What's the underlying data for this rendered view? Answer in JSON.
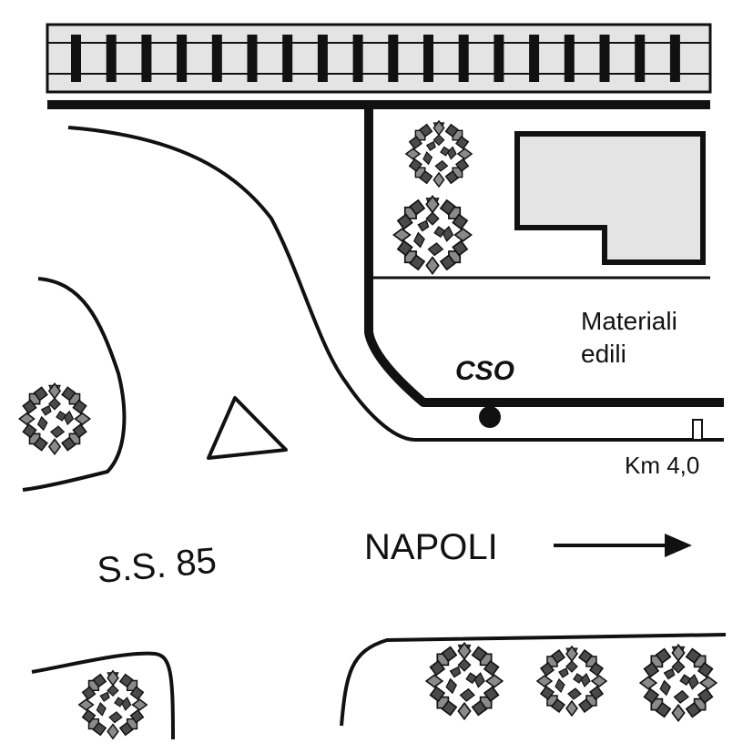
{
  "map": {
    "business_label_line1": "Materiali",
    "business_label_line2": "edili",
    "station_code": "CSO",
    "kilometer_marker": "Km 4,0",
    "road_name": "S.S. 85",
    "direction_label": "NAPOLI",
    "colors": {
      "ink": "#111111",
      "fill_gray": "#e4e4e4",
      "foliage_dark": "#4a4a4a",
      "foliage_light": "#8a8a8a",
      "background": "#ffffff"
    }
  }
}
